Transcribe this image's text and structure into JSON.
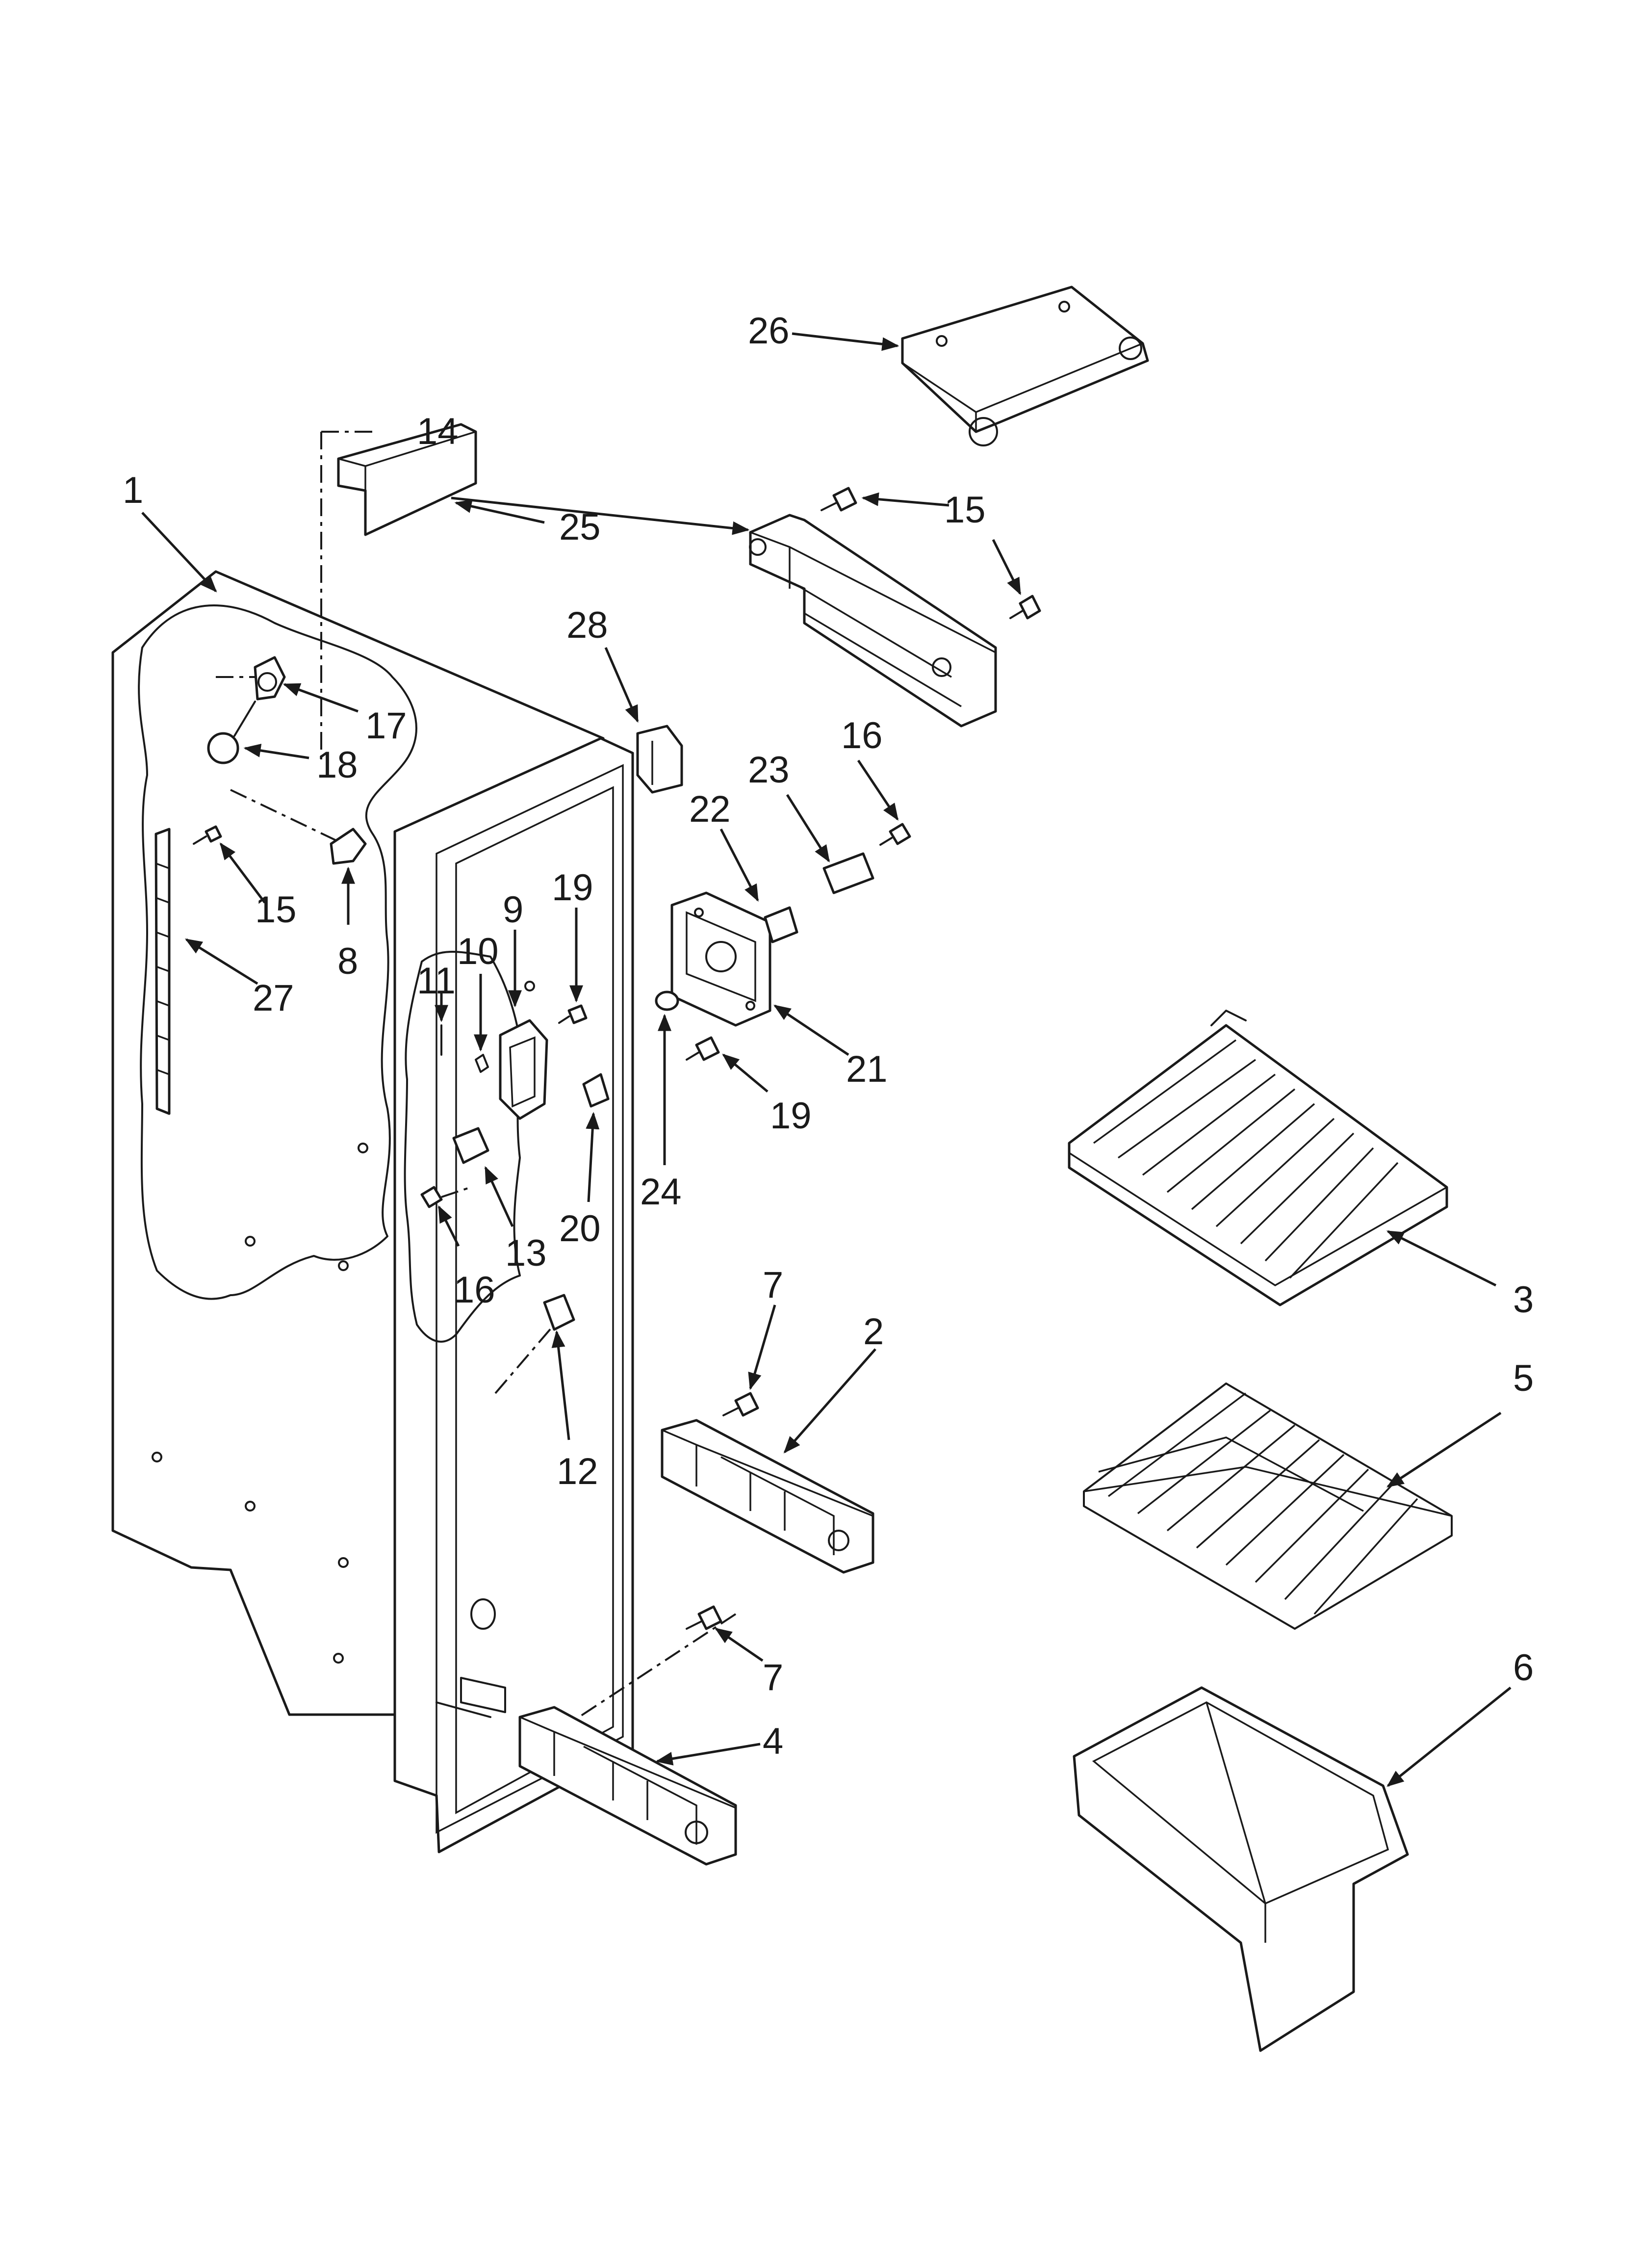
{
  "callouts": [
    {
      "n": "1"
    },
    {
      "n": "2"
    },
    {
      "n": "3"
    },
    {
      "n": "4"
    },
    {
      "n": "5"
    },
    {
      "n": "6"
    },
    {
      "n": "7"
    },
    {
      "n": "7"
    },
    {
      "n": "8"
    },
    {
      "n": "9"
    },
    {
      "n": "10"
    },
    {
      "n": "11"
    },
    {
      "n": "12"
    },
    {
      "n": "13"
    },
    {
      "n": "14"
    },
    {
      "n": "15"
    },
    {
      "n": "15"
    },
    {
      "n": "16"
    },
    {
      "n": "16"
    },
    {
      "n": "17"
    },
    {
      "n": "18"
    },
    {
      "n": "19"
    },
    {
      "n": "19"
    },
    {
      "n": "20"
    },
    {
      "n": "21"
    },
    {
      "n": "22"
    },
    {
      "n": "23"
    },
    {
      "n": "24"
    },
    {
      "n": "25"
    },
    {
      "n": "26"
    },
    {
      "n": "27"
    },
    {
      "n": "28"
    }
  ]
}
